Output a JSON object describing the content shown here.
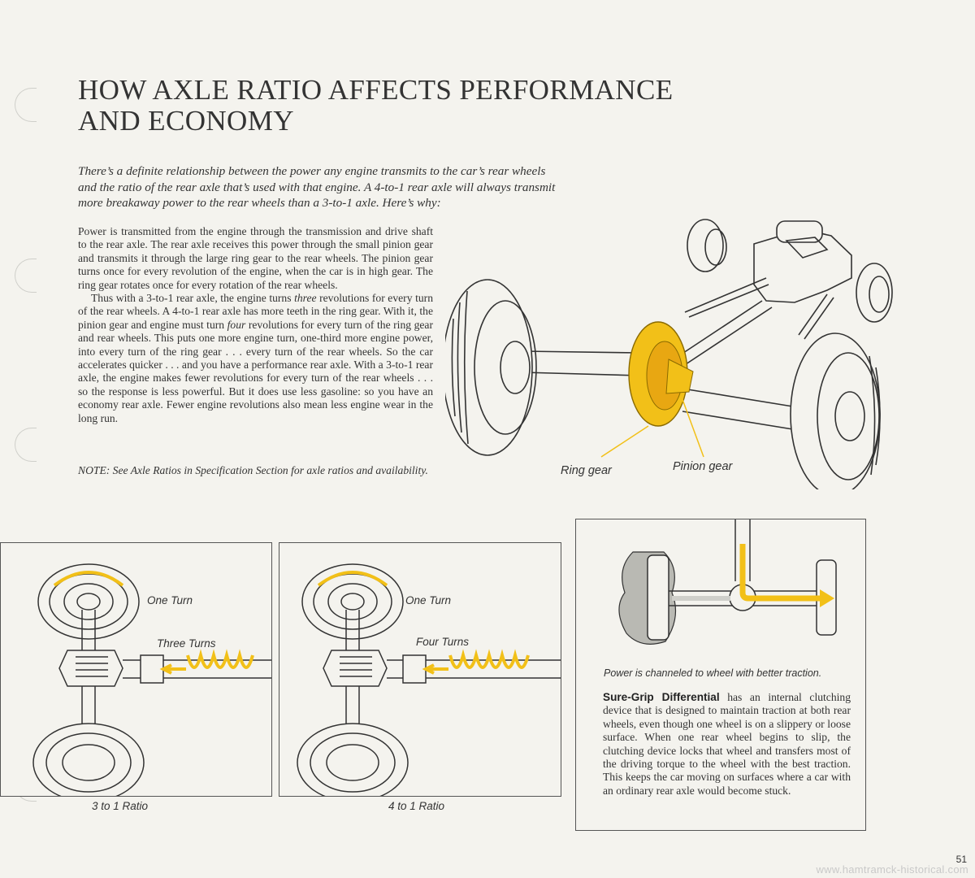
{
  "title": {
    "line1": "HOW AXLE RATIO AFFECTS PERFORMANCE",
    "line2": "AND ECONOMY"
  },
  "intro": {
    "line1": "There’s a definite relationship between the power any engine transmits to the car’s rear wheels",
    "line2": "and the ratio of the rear axle that’s used with that engine. A 4-to-1 rear axle will always transmit",
    "line3": "more breakaway power to the rear wheels than a 3-to-1 axle. Here’s why:"
  },
  "body": {
    "p1": "Power is transmitted from the engine through the transmission and drive shaft to the rear axle. The rear axle receives this power through the small pinion gear and transmits it through the large ring gear to the rear wheels. The pinion gear turns once for every revolution of the engine, when the car is in high gear. The ring gear rotates once for every rotation of the rear wheels.",
    "p2a": "Thus with a 3-to-1 rear axle, the engine turns ",
    "p2_three": "three",
    "p2b": " revolutions for every turn of the rear wheels. A 4-to-1 rear axle has more teeth in the ring gear. With it, the pinion gear and engine must turn ",
    "p2_four": "four",
    "p2c": " revolutions for every turn of the ring gear and rear wheels. This puts one more engine turn, one-third more engine power, into every turn of the ring gear . . . every turn of the rear wheels. So the car accelerates quicker . . . and you have a performance rear axle. With a 3-to-1 rear axle, the engine makes fewer revolutions for every turn of the rear wheels . . . so the response is less powerful. But it does use less gasoline: so you have an economy rear axle. Fewer engine revolutions also mean less engine wear in the long run."
  },
  "note": "NOTE: See Axle Ratios in Specification Section for axle ratios and availability.",
  "axle_labels": {
    "ring": "Ring gear",
    "pinion": "Pinion gear"
  },
  "panel1": {
    "one_turn": "One Turn",
    "turns": "Three Turns",
    "caption": "3 to 1 Ratio"
  },
  "panel2": {
    "one_turn": "One Turn",
    "turns": "Four Turns",
    "caption": "4 to 1 Ratio"
  },
  "panel3": {
    "caption": "Power is channeled to wheel with better traction."
  },
  "suregrip": {
    "heading": "Sure-Grip Differential",
    "text": " has an internal clutching device that is designed to maintain traction at both rear wheels, even though one wheel is on a slippery or loose surface. When one rear wheel begins to slip, the clutching device locks that wheel and transfers most of the driving torque to the wheel with the best traction. This keeps the car moving on surfaces where a car with an ordinary rear axle would become stuck."
  },
  "page_number": "51",
  "watermark": "www.hamtramck-historical.com",
  "colors": {
    "accent": "#f2c018",
    "ink": "#333333"
  }
}
